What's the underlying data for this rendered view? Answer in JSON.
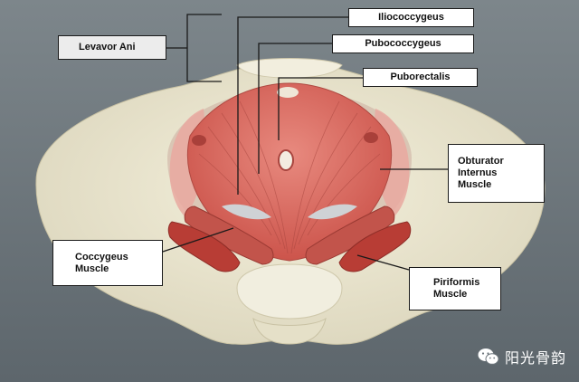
{
  "labels": {
    "levator_ani": "Levavor Ani",
    "iliococcygeus": "Iliococcygeus",
    "pubococcygeus": "Pubococcygeus",
    "puborectalis": "Puborectalis",
    "obturator_internus": [
      "Obturator",
      "Internus",
      "Muscle"
    ],
    "coccygeus": [
      "Coccygeus",
      "Muscle"
    ],
    "piriformis": [
      "Piriformis",
      "Muscle"
    ]
  },
  "watermark": {
    "text": "阳光骨韵",
    "icon": "wechat-icon"
  },
  "colors": {
    "background": "#6e777d",
    "bone": "#ece7d1",
    "muscle": "#d9645c",
    "muscle_dark": "#b8423b",
    "label_border": "#1a1a1a"
  }
}
